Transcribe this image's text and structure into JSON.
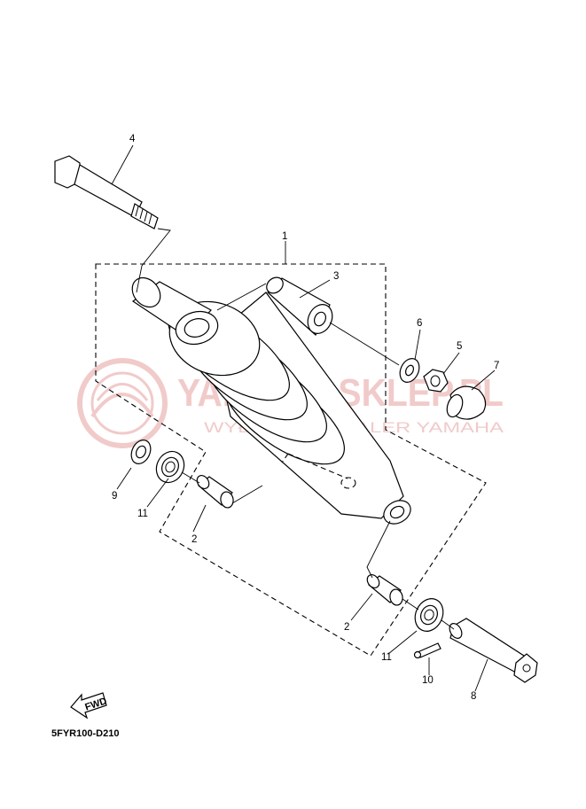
{
  "diagram_code": "5FYR100-D210",
  "fwd_label": "FWD",
  "callouts": {
    "c1": "1",
    "c2a": "2",
    "c2b": "2",
    "c3": "3",
    "c4": "4",
    "c5": "5",
    "c6": "6",
    "c7": "7",
    "c8": "8",
    "c9": "9",
    "c10": "10",
    "c11a": "11",
    "c11b": "11"
  },
  "watermark": {
    "title": "YAMAHA-SKLEP.PL",
    "subtitle": "WYŁĄCZNY DEALER YAMAHA",
    "color": "#e8a7a7"
  }
}
